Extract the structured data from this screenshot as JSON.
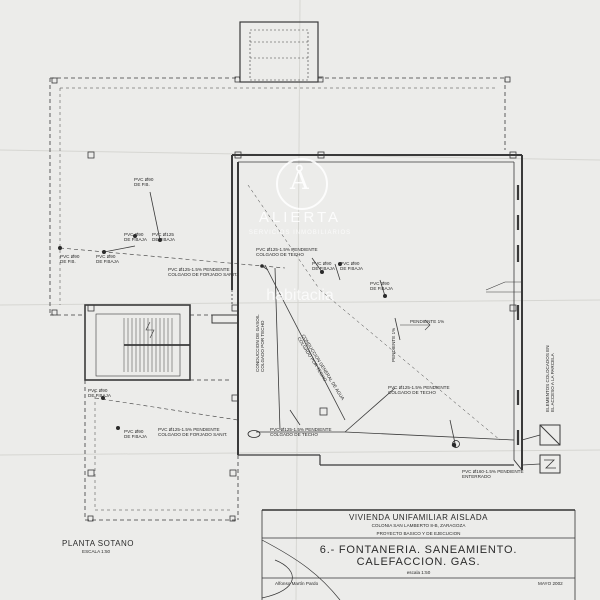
{
  "watermark": {
    "brand": "ALIERTA",
    "tagline": "SERVICIOS INMOBILIARIOS",
    "portal": "habitaclia"
  },
  "plan_labels": {
    "pvc90_pb": [
      "PVC Ø90",
      "DE P.B."
    ],
    "pvc90_pb_b": [
      "PVC Ø90",
      "DE P.B."
    ],
    "pvc90_pbaja_a": [
      "PVC Ø90",
      "DE P.BAJA"
    ],
    "pvc125_pbaja": [
      "PVC Ø125",
      "DE P.BAJA"
    ],
    "pvc90_pbaja_b": [
      "PVC Ø90",
      "DE P.BAJA"
    ],
    "pvc125_15_techo": [
      "PVC Ø125-1.5% PENDIENTE",
      "COLGADO DE TECHO"
    ],
    "pvc90_pbaja_c": [
      "PVC Ø90",
      "DE P.BAJA"
    ],
    "pvc90_pbaja_d": [
      "PVC Ø90",
      "DE P.BAJA"
    ],
    "pvc90_pbaja_e": [
      "PVC Ø90",
      "DE P.BAJA"
    ],
    "pvc90_pbaja_f": [
      "PVC Ø90",
      "DE P.BAJA"
    ],
    "pvc125_1_forjado": [
      "PVC Ø125-1.5% PENDIENTE",
      "COLGADO DE FORJADO SANIT."
    ],
    "pendiente_15": "PENDIENTE 1%",
    "pendiente_15b": "PENDIENTE 1%",
    "conduccion_gasoil": [
      "CONDUCCION DE GASOIL",
      "COLGADO POR TECHO"
    ],
    "conduccion_agua": [
      "CONDUCCION GENERAL DE AGUA",
      "COLGADO POR TECHO"
    ],
    "pvc125_15_techo_b": [
      "PVC Ø125-1.5% PENDIENTE",
      "COLGADO DE TECHO"
    ],
    "pvc90_pbaja_g": [
      "PVC Ø90",
      "DE P.BAJA"
    ],
    "pvc90_pbaja_h": [
      "PVC Ø90",
      "DE P.BAJA"
    ],
    "pvc125_1_forjado_b": [
      "PVC Ø125-1.5% PENDIENTE",
      "COLGADO DE FORJADO SANIT."
    ],
    "pvc125_15_techo_c": [
      "PVC Ø125-1.5% PENDIENTE",
      "COLGADO DE TECHO"
    ],
    "pvc160_enterrado": [
      "PVC Ø160-1.5% PENDIENTE",
      "ENTERRADO"
    ],
    "elementos_side": [
      "ELEMENTOS COLOCADOS EN",
      "EL ACCESO A LA PARCELA"
    ]
  },
  "title_block": {
    "plan_name": "PLANTA SOTANO",
    "plan_scale": "ESCALA 1:50",
    "project": "VIVIENDA UNIFAMILIAR AISLADA",
    "address": "COLONIA SAN LAMBERTO 8-B, ZARAGOZA",
    "phase": "PROYECTO BASICO Y DE EJECUCION",
    "sheet_title_1": "6.- FONTANERIA. SANEAMIENTO.",
    "sheet_title_2": "CALEFACCION. GAS.",
    "sheet_scale": "escala 1:50",
    "architect": "Alfonso Martín Pardo",
    "date": "MAYO 2002"
  }
}
